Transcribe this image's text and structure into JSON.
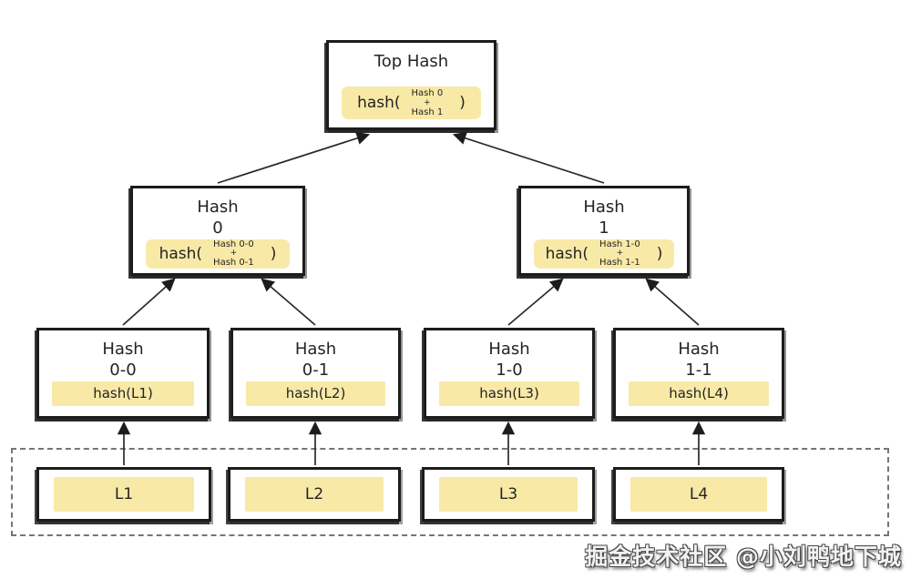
{
  "colors": {
    "background": "#ffffff",
    "box_border": "#1c1c1c",
    "fill_yellow": "#f8e9a7",
    "dashed_outline": "#767676",
    "text": "#242424",
    "watermark_text": "#f2f2f2"
  },
  "tree": {
    "root": {
      "title": "Top Hash",
      "formula": {
        "prefix": "hash(",
        "operand_top": "Hash 0",
        "operator": "+",
        "operand_bottom": "Hash 1",
        "suffix": ")"
      }
    },
    "internal": [
      {
        "title_line1": "Hash",
        "title_line2": "0",
        "formula": {
          "prefix": "hash(",
          "operand_top": "Hash 0-0",
          "operator": "+",
          "operand_bottom": "Hash 0-1",
          "suffix": ")"
        }
      },
      {
        "title_line1": "Hash",
        "title_line2": "1",
        "formula": {
          "prefix": "hash(",
          "operand_top": "Hash 1-0",
          "operator": "+",
          "operand_bottom": "Hash 1-1",
          "suffix": ")"
        }
      }
    ],
    "leaf_hashes": [
      {
        "title_line1": "Hash",
        "title_line2": "0-0",
        "formula": "hash(L1)"
      },
      {
        "title_line1": "Hash",
        "title_line2": "0-1",
        "formula": "hash(L2)"
      },
      {
        "title_line1": "Hash",
        "title_line2": "1-0",
        "formula": "hash(L3)"
      },
      {
        "title_line1": "Hash",
        "title_line2": "1-1",
        "formula": "hash(L4)"
      }
    ],
    "data_blocks": [
      {
        "label": "L1"
      },
      {
        "label": "L2"
      },
      {
        "label": "L3"
      },
      {
        "label": "L4"
      }
    ]
  },
  "watermark": "掘金技术社区 @小刘鸭地下城"
}
